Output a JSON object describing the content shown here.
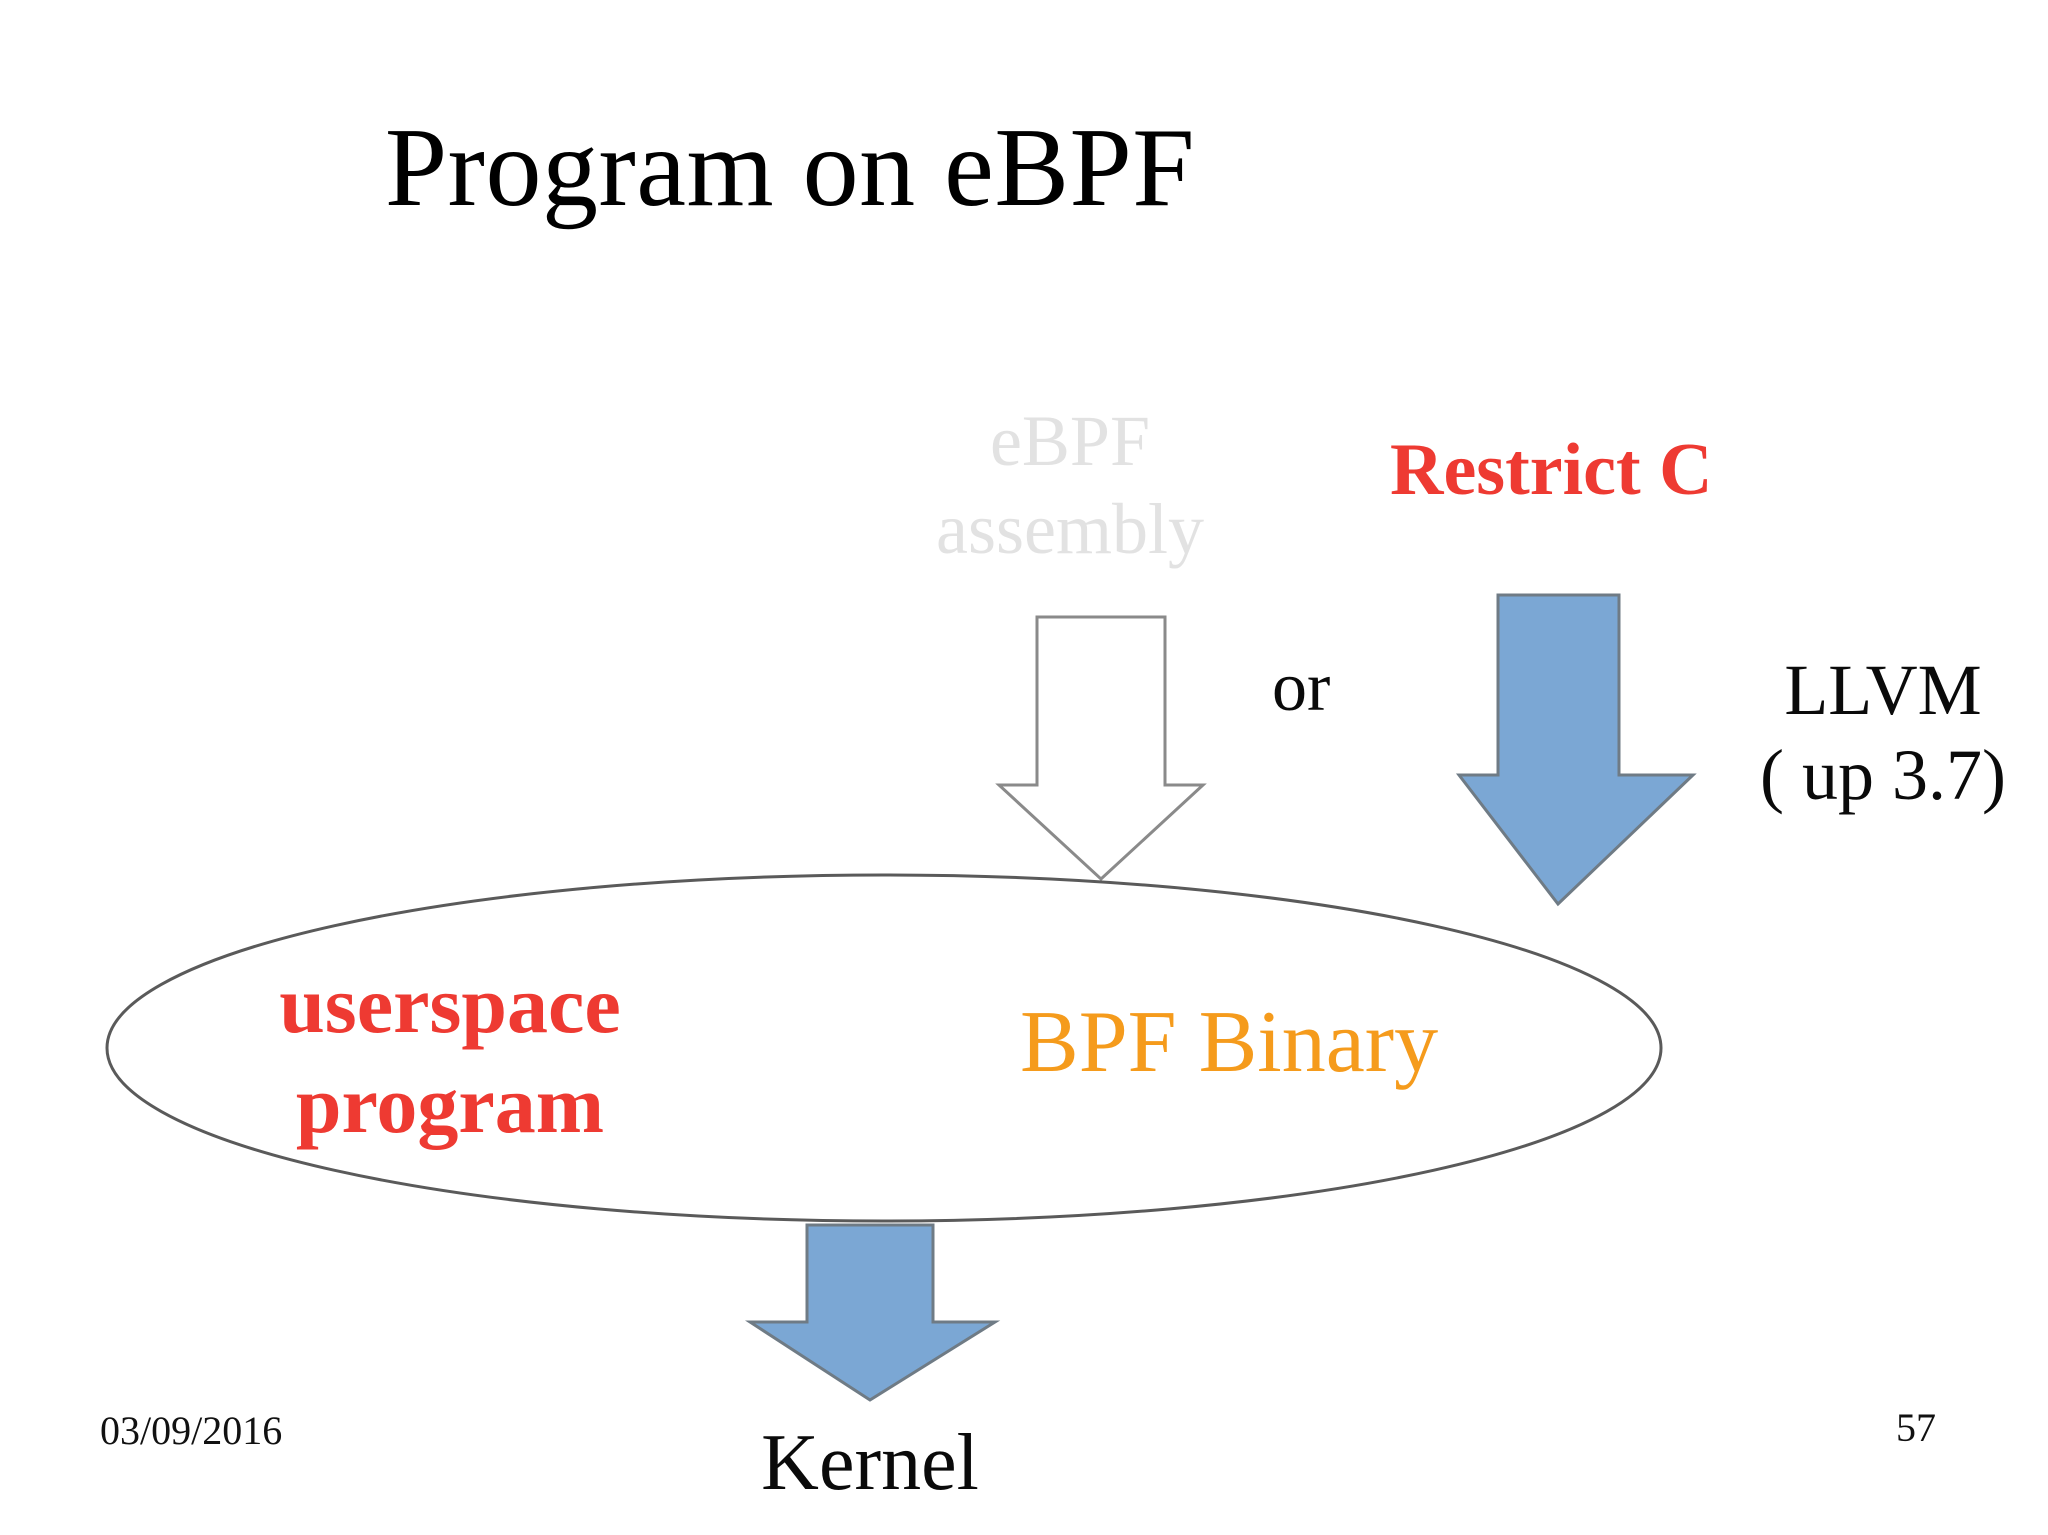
{
  "slide": {
    "title": "Program on eBPF",
    "date": "03/09/2016",
    "number": "57",
    "background": "#FFFFFF"
  },
  "colors": {
    "title_text": "#000000",
    "ghost_text": "#E2E2E2",
    "red_accent": "#EE3A32",
    "orange_accent": "#F59B1C",
    "blue_arrow_fill": "#7BA7D4",
    "blue_arrow_stroke": "#6F7B85",
    "hollow_arrow_fill": "#FFFFFF",
    "hollow_arrow_stroke": "#8A8A8A",
    "ellipse_stroke": "#5A5A5A",
    "plain_text": "#0A0A0A"
  },
  "diagram": {
    "source_left": {
      "label_line1": "eBPF",
      "label_line2": "assembly",
      "arrow": "hollow-down-arrow-icon"
    },
    "separator": {
      "label": "or"
    },
    "source_right": {
      "label": "Restrict C",
      "arrow": "blue-down-arrow-icon",
      "toolchain_line1": "LLVM",
      "toolchain_line2": "( up 3.7)"
    },
    "container": {
      "shape": "ellipse-outline",
      "left_label_line1": "userspace",
      "left_label_line2": "program",
      "right_label": "BPF Binary"
    },
    "target": {
      "arrow": "blue-down-arrow-icon",
      "label": "Kernel"
    }
  }
}
